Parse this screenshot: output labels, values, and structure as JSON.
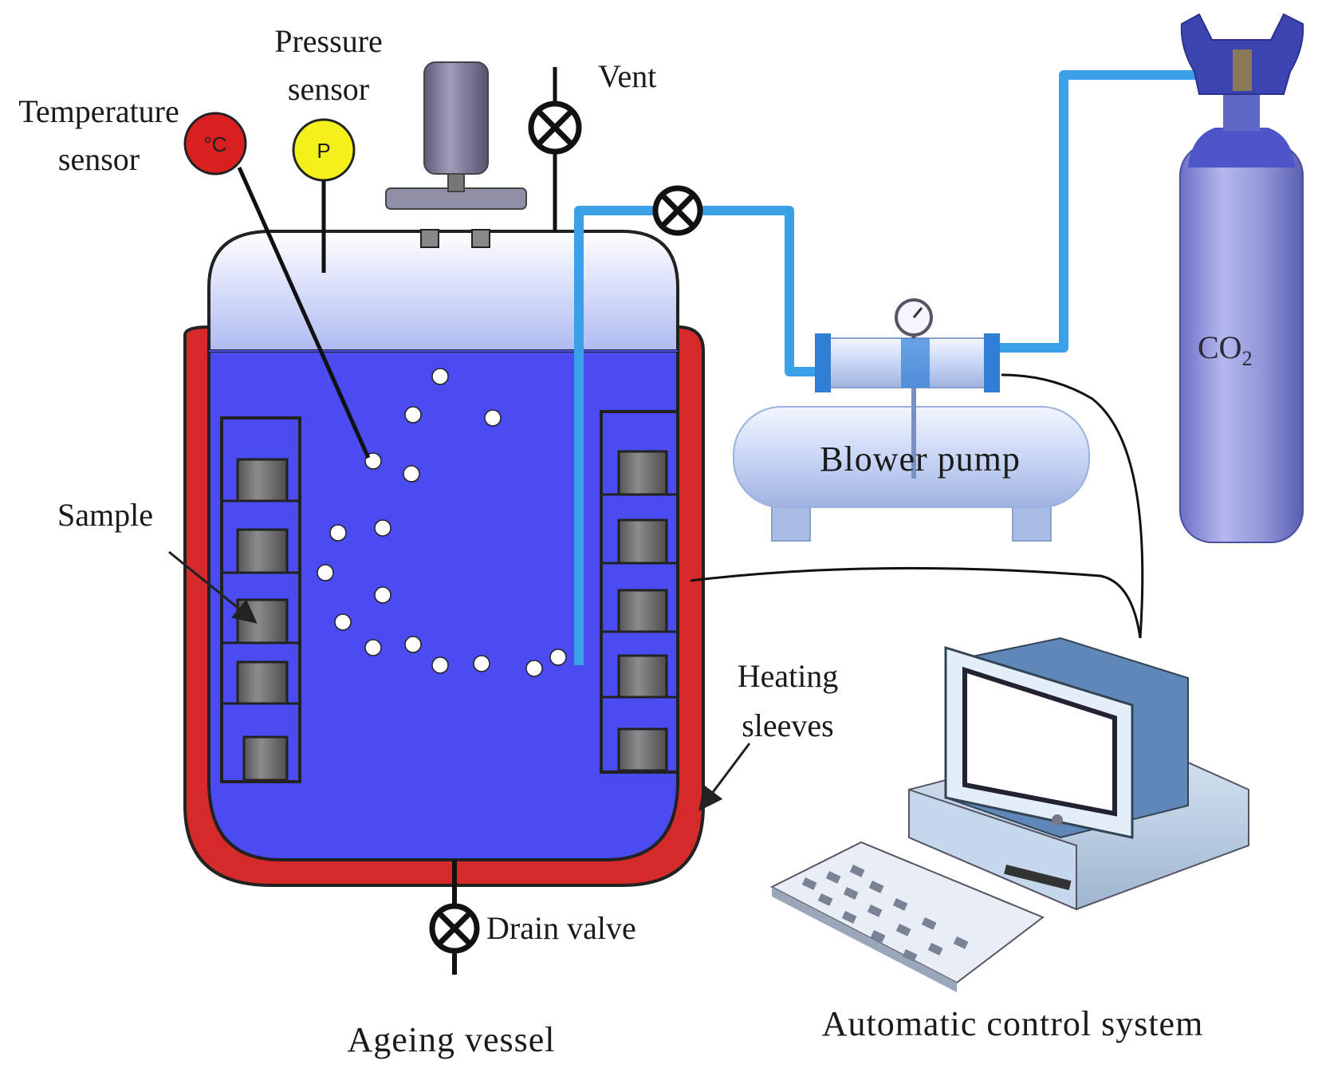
{
  "labels": {
    "temperature_sensor": [
      "Temperature",
      "sensor"
    ],
    "pressure_sensor": [
      "Pressure",
      "sensor"
    ],
    "vent": "Vent",
    "sample": "Sample",
    "heating_sleeves": [
      "Heating",
      "sleeves"
    ],
    "drain_valve": "Drain valve",
    "ageing_vessel": "Ageing vessel",
    "blower_pump": "Blower pump",
    "co2_main": "CO",
    "co2_sub": "2",
    "automatic_control_system": "Automatic control system"
  },
  "gauges": {
    "temperature_symbol": "°C",
    "pressure_symbol": "P"
  },
  "colors": {
    "vessel_liquid": "#4a4cf2",
    "vessel_headspace": "#c6d3f7",
    "heating_sleeve": "#d42a2a",
    "co2_pipe": "#3aa0e8",
    "temperature_gauge": "#d82020",
    "pressure_gauge": "#f4f01a",
    "cylinder": "#8a8fd8",
    "sample_block": "#6e6e6e"
  }
}
